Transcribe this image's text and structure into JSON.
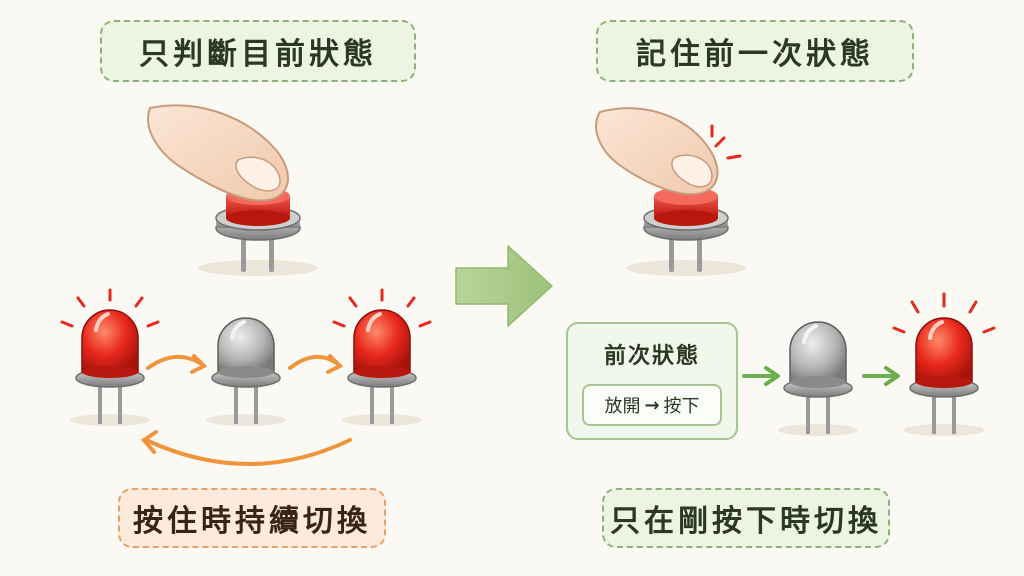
{
  "left_panel": {
    "title": "只判斷目前狀態",
    "caption": "按住時持續切換"
  },
  "right_panel": {
    "title": "記住前一次狀態",
    "memory": {
      "title": "前次狀態",
      "from": "放開",
      "arrow": "→",
      "to": "按下"
    },
    "caption": "只在剛按下時切換"
  },
  "colors": {
    "green_accent": "#8cb07a",
    "orange_accent": "#f0943c",
    "led_on": "#e8281c",
    "led_off": "#b4b4b4"
  }
}
